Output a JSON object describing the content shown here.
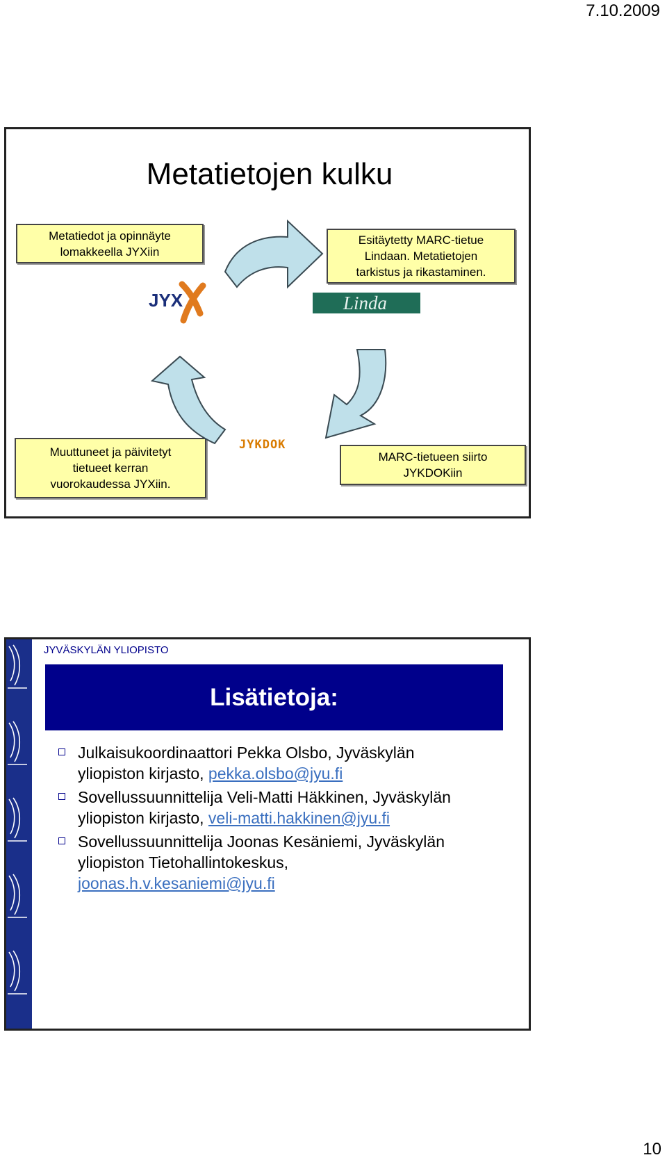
{
  "header": {
    "date": "7.10.2009"
  },
  "slide1": {
    "title": "Metatietojen kulku",
    "box_top_left": [
      "Metatiedot ja opinnäyte",
      "lomakkeella JYXiin"
    ],
    "box_top_right": [
      "Esitäytetty MARC-tietue",
      "Lindaan. Metatietojen",
      "tarkistus ja rikastaminen."
    ],
    "box_bottom_right": [
      "MARC-tietueen siirto",
      "JYKDOKiin"
    ],
    "box_bottom_left": [
      "Muuttuneet ja päivitetyt",
      "tietueet kerran",
      "vuorokaudessa JYXiin."
    ],
    "logos": {
      "jyx": "JYX",
      "linda": "Linda",
      "jykdok": "JYKDOK"
    },
    "colors": {
      "box_fill": "#ffffa8",
      "arrow_fill": "#bfe0ea",
      "linda_bg": "#1f6d57"
    }
  },
  "slide2": {
    "university": "JYVÄSKYLÄN YLIOPISTO",
    "title": "Lisätietoja:",
    "bullets": [
      {
        "line1": "Julkaisukoordinaattori Pekka Olsbo, Jyväskylän",
        "line2_text": "yliopiston kirjasto, ",
        "email": "pekka.olsbo@jyu.fi"
      },
      {
        "line1": "Sovellussuunnittelija Veli-Matti Häkkinen, Jyväskylän",
        "line2_text": "yliopiston kirjasto, ",
        "email": "veli-matti.hakkinen@jyu.fi"
      },
      {
        "line1": "Sovellussuunnittelija Joonas Kesäniemi, Jyväskylän",
        "line2_text": "yliopiston Tietohallintokeskus,",
        "email": "joonas.h.v.kesaniemi@jyu.fi"
      }
    ],
    "colors": {
      "banner": "#00008b",
      "strip": "#1a2f8a"
    }
  },
  "footer": {
    "page_number": "10"
  }
}
